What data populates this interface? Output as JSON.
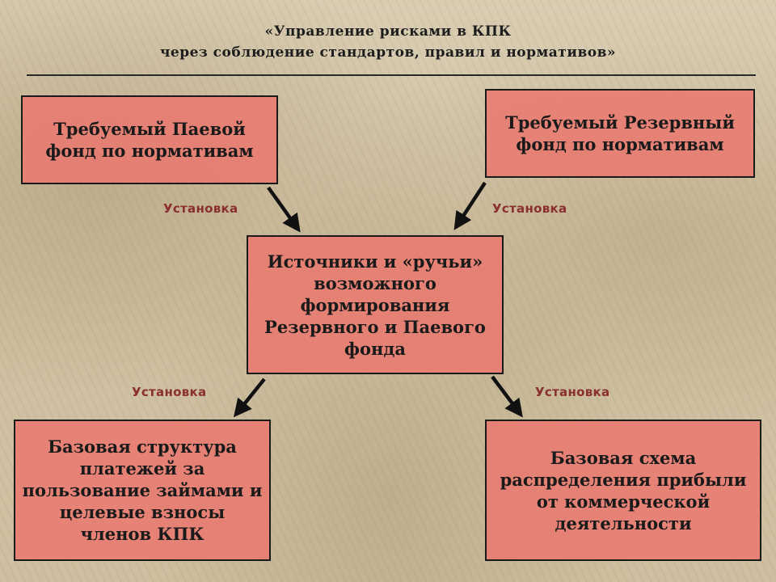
{
  "title": {
    "line1": "«Управление рисками в КПК",
    "line2": "через соблюдение стандартов, правил и нормативов»"
  },
  "boxes": {
    "top_left": "Требуемый Паевой фонд по нормативам",
    "top_right": "Требуемый Резервный фонд по нормативам",
    "center": "Источники и «ручьи» возможного формирования Резервного и Паевого фонда",
    "bottom_left": "Базовая структура платежей за пользование займами и целевые взносы членов КПК",
    "bottom_right": "Базовая схема распределения прибыли от коммерческой деятельности"
  },
  "labels": {
    "top_left": "Установка",
    "top_right": "Установка",
    "bottom_left": "Установка",
    "bottom_right": "Установка"
  },
  "colors": {
    "box_fill": "#e97a70",
    "label_text": "#8a2f2f",
    "arrow": "#111111"
  }
}
